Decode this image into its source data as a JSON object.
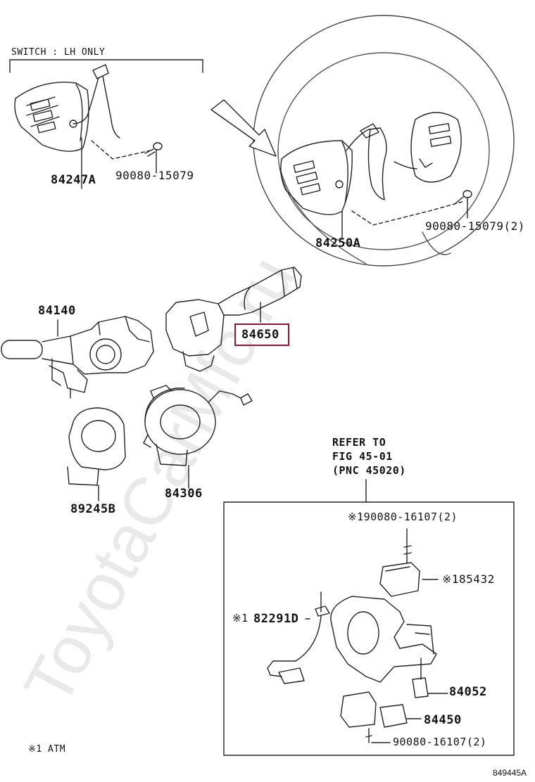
{
  "header_note": "SWITCH : LH ONLY",
  "parts": {
    "p84247a": "84247A",
    "p90080_15079_a": "90080-15079",
    "p84250a": "84250A",
    "p90080_15079_b": "90080-15079(2)",
    "p84140": "84140",
    "p84650": "84650",
    "p84306": "84306",
    "p89245b": "89245B",
    "p90080_16107_top": "※190080-16107(2)",
    "p85432": "※185432",
    "p82291d_mark": "※1",
    "p82291d": "82291D",
    "p84052": "84052",
    "p84450": "84450",
    "p90080_16107_bottom": "90080-16107(2)"
  },
  "refer": {
    "line1": "REFER TO",
    "line2": "FIG 45-01",
    "line3": "(PNC 45020)"
  },
  "footnote": "※1 ATM",
  "figure_id": "849445A",
  "watermark": "ToyotaCarMfc.ru",
  "highlight_color": "#8b1538"
}
